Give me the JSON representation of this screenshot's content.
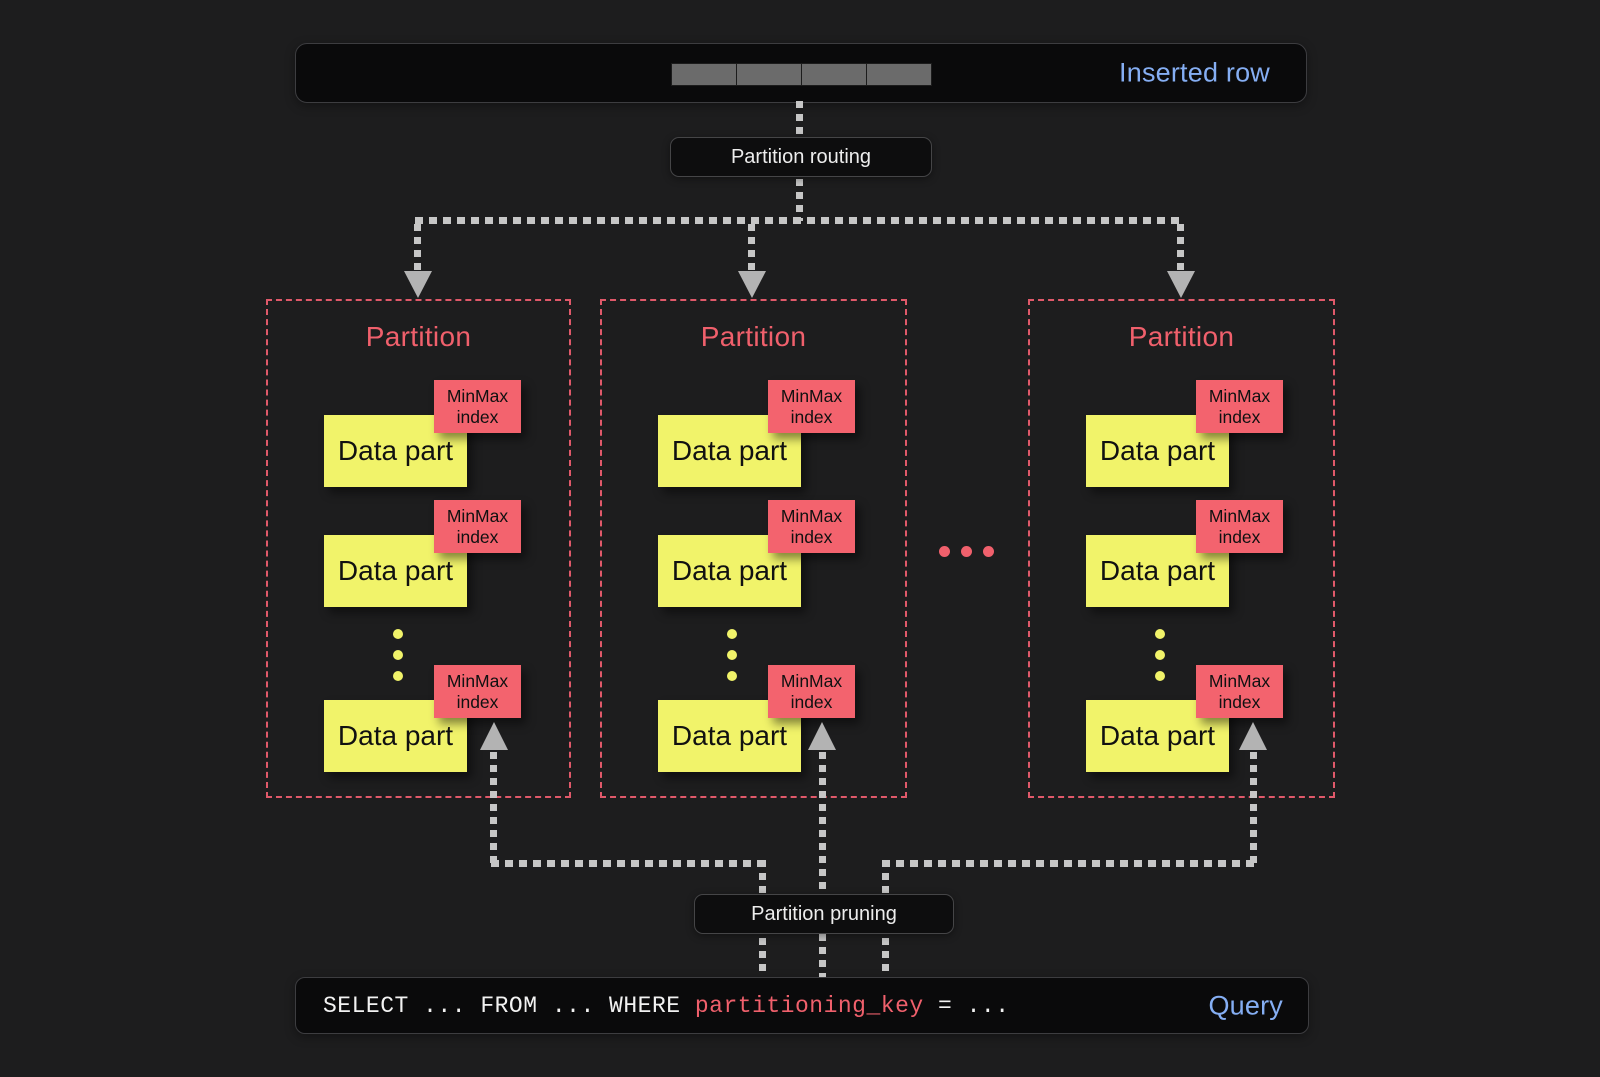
{
  "inserted_row_bar": {
    "label": "Inserted row",
    "segment_count": 4
  },
  "flow_labels": {
    "routing": "Partition routing",
    "pruning": "Partition pruning"
  },
  "partitions": [
    {
      "title": "Partition",
      "parts": [
        {
          "label": "Data part",
          "index": "MinMax index"
        },
        {
          "label": "Data part",
          "index": "MinMax index"
        },
        {
          "label": "Data part",
          "index": "MinMax index"
        }
      ]
    },
    {
      "title": "Partition",
      "parts": [
        {
          "label": "Data part",
          "index": "MinMax index"
        },
        {
          "label": "Data part",
          "index": "MinMax index"
        },
        {
          "label": "Data part",
          "index": "MinMax index"
        }
      ]
    },
    {
      "title": "Partition",
      "parts": [
        {
          "label": "Data part",
          "index": "MinMax index"
        },
        {
          "label": "Data part",
          "index": "MinMax index"
        },
        {
          "label": "Data part",
          "index": "MinMax index"
        }
      ]
    }
  ],
  "query_bar": {
    "sql_prefix": "SELECT ... FROM ... WHERE ",
    "sql_highlight": "partitioning_key",
    "sql_suffix": " = ...",
    "label": "Query"
  },
  "colors": {
    "background": "#1d1d1e",
    "bar_bg": "#0a0a0b",
    "accent_blue": "#85aef3",
    "accent_red": "#f0606c",
    "minmax_bg": "#f3636e",
    "data_part_bg": "#f1f36a",
    "arrow_gray": "#c6c6c6",
    "partition_border": "#e0596a",
    "segment_gray": "#6b6b6b"
  }
}
